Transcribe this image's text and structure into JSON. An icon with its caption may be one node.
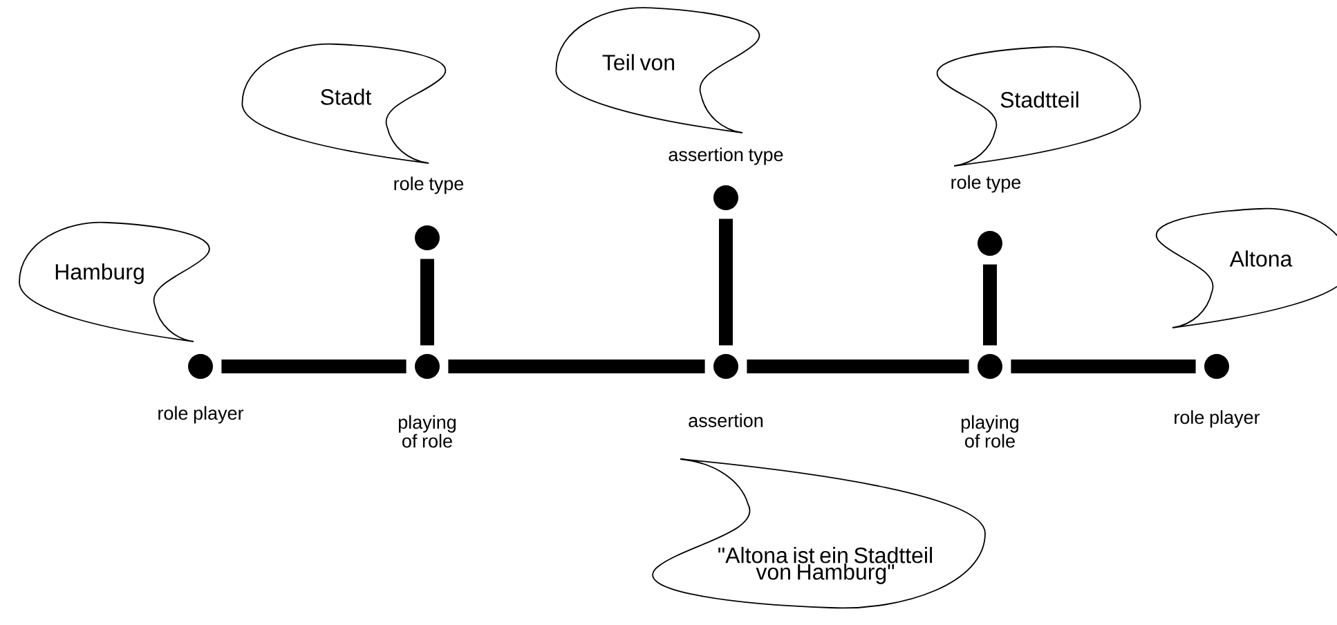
{
  "diagram": {
    "nodes": [
      {
        "text": [
          "Hamburg"
        ]
      },
      {
        "text": [
          "Stadt"
        ]
      },
      {
        "text": [
          "Teil von"
        ]
      },
      {
        "text": [
          "Stadtteil"
        ]
      },
      {
        "text": [
          "Altona"
        ]
      },
      {
        "text": [
          "\"Altona ist ein Stadtteil von Hamburg\""
        ]
      },
      {
        "text": [],
        "shape": "circle"
      },
      {
        "text": [],
        "shape": "circle"
      },
      {
        "text": [],
        "shape": "circle"
      },
      {
        "text": [],
        "shape": "circle"
      },
      {
        "text": [],
        "shape": "circle"
      },
      {
        "text": [],
        "shape": "circle"
      },
      {
        "text": [],
        "shape": "circle"
      },
      {
        "text": [],
        "shape": "circle"
      }
    ],
    "edges": [
      {
        "from": 6,
        "to": 7,
        "arrow": "none"
      },
      {
        "from": 8,
        "to": 7,
        "arrow": "none"
      },
      {
        "from": 7,
        "to": 9,
        "arrow": "none"
      },
      {
        "from": 10,
        "to": 9,
        "arrow": "none"
      },
      {
        "from": 9,
        "to": 11,
        "arrow": "none"
      },
      {
        "from": 12,
        "to": 11,
        "arrow": "none"
      },
      {
        "from": 11,
        "to": 13,
        "arrow": "none"
      }
    ],
    "labels": [
      "assertion type",
      "role type",
      "role type",
      "role player",
      "playing of role",
      "assertion",
      "playing of role",
      "role player"
    ]
  }
}
